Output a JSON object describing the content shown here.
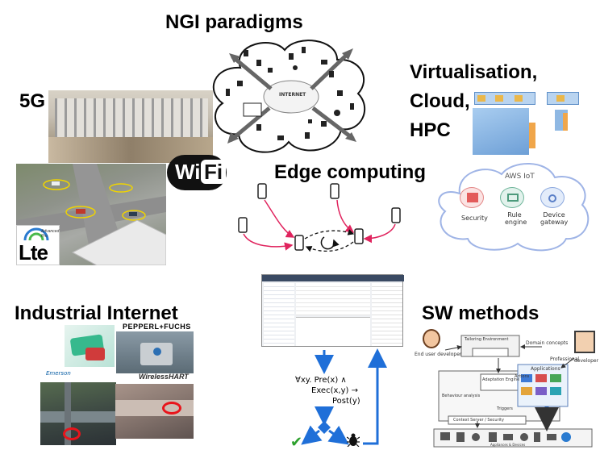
{
  "titles": {
    "ngi": "NGI paradigms",
    "fiveg": "5G",
    "virt1": "Virtualisation,",
    "virt2": "Cloud,",
    "virt3": "HPC",
    "edge": "Edge computing",
    "industrial": "Industrial Internet",
    "sw": "SW methods"
  },
  "ngi_cloud": {
    "internet_label": "INTERNET"
  },
  "wifi": {
    "wi": "Wi",
    "fi": "Fi"
  },
  "lte": {
    "brand": "Lte",
    "badge": "Advanced Pro"
  },
  "aws": {
    "title": "AWS IoT",
    "items": [
      {
        "label": "Security",
        "icon": "security-icon"
      },
      {
        "label": "Rule engine",
        "icon": "rule-engine-icon"
      },
      {
        "label": "Device gateway",
        "icon": "device-gateway-icon"
      }
    ]
  },
  "industrial_logos": {
    "pepperl": "PEPPERL+FUCHS",
    "wirelesshart": "WirelessHART",
    "emerson": "Emerson"
  },
  "formal": {
    "line1": "∀xy. Pre(x) ∧",
    "line2": "Exec(x,y) →",
    "line3": "Post(y)"
  },
  "sw_diagram": {
    "end_user": "End user developer",
    "tailoring": "Tailoring Environment",
    "domain_concepts": "Domain concepts",
    "professional": "Professional",
    "developer": "developer",
    "adaptation": "Adaptation Engine",
    "behaviour": "Behaviour analysis",
    "triggers": "Triggers",
    "actions": "Actions",
    "applications": "Applications",
    "context_server": "Context Server / Security",
    "appliances": "Appliances & Devices"
  },
  "colors": {
    "edge_arrow": "#e0245e",
    "flow_arrow": "#1f6fd8",
    "check": "#2ca02c",
    "red_marker": "#e8141b"
  }
}
